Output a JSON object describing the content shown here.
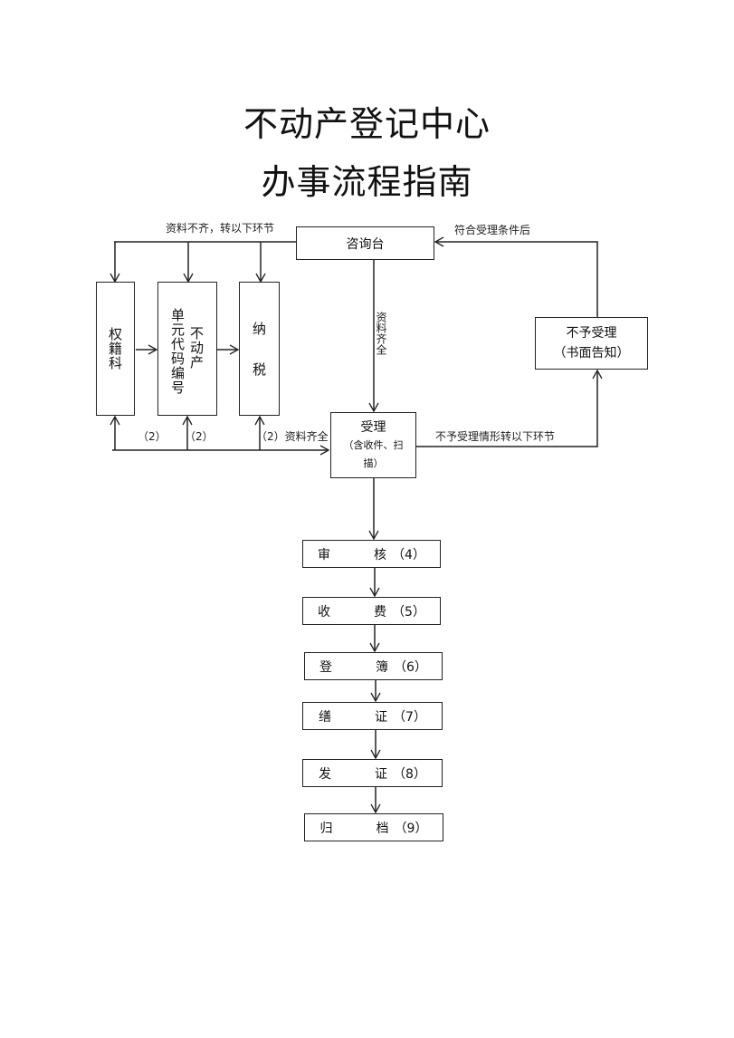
{
  "title": {
    "line1": "不动产登记中心",
    "line2": "办事流程指南"
  },
  "nodes": {
    "consult": "咨询台",
    "ownership": "权籍科",
    "unit_code_col1": "单元代码编号",
    "unit_code_col2": "不动产",
    "tax": "纳  税",
    "tax_top": "纳",
    "tax_bottom": "税",
    "reject_line1": "不予受理",
    "reject_line2": "（书面告知）",
    "accept_title": "受理",
    "accept_sub1": "（含收件、扫",
    "accept_sub2": "描）"
  },
  "edges": {
    "incomplete": "资料不齐，转以下环节",
    "meets_conditions": "符合受理条件后",
    "complete_vertical": "资料齐全",
    "complete_horizontal": "（2）资料齐全",
    "step2_a": "（2）",
    "step2_b": "（2）",
    "not_accepted": "不予受理情形转以下环节"
  },
  "steps": [
    {
      "a": "审",
      "b": "核",
      "num": "（4）"
    },
    {
      "a": "收",
      "b": "费",
      "num": "（5）"
    },
    {
      "a": "登",
      "b": "簿",
      "num": "（6）"
    },
    {
      "a": "缮",
      "b": "证",
      "num": "（7）"
    },
    {
      "a": "发",
      "b": "证",
      "num": "（8）"
    },
    {
      "a": "归",
      "b": "档",
      "num": "（9）"
    }
  ]
}
